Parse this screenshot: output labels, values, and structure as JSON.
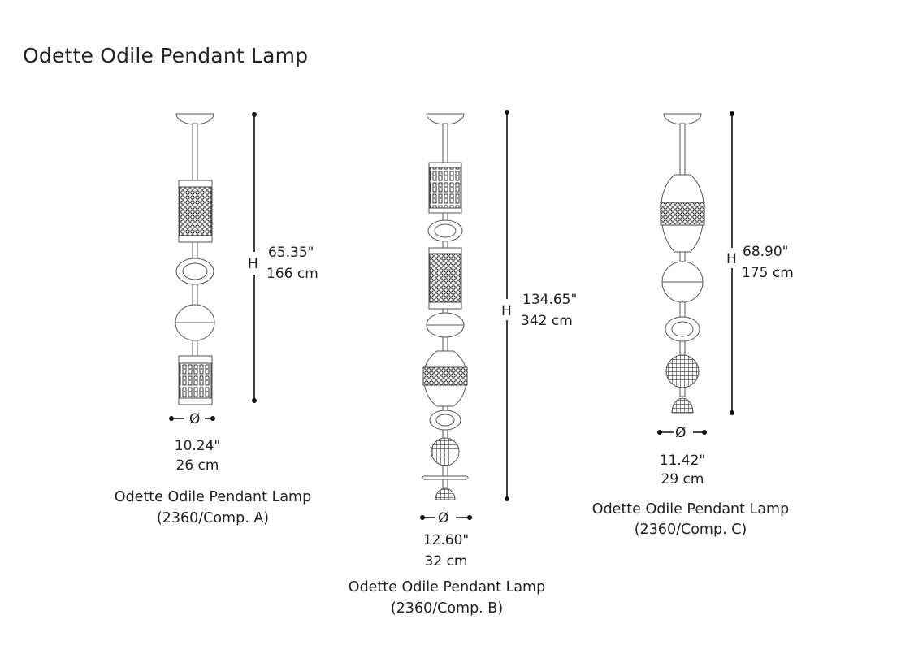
{
  "title": "Odette Odile Pendant Lamp",
  "lamps": [
    {
      "height_in": "65.35\"",
      "height_cm": "166 cm",
      "height_symbol": "H",
      "diameter_symbol": "Ø",
      "diameter_in": "10.24\"",
      "diameter_cm": "26 cm",
      "caption_name": "Odette Odile Pendant Lamp",
      "caption_code": "(2360/Comp. A)"
    },
    {
      "height_in": "134.65\"",
      "height_cm": "342 cm",
      "height_symbol": "H",
      "diameter_symbol": "Ø",
      "diameter_in": "12.60\"",
      "diameter_cm": "32 cm",
      "caption_name": "Odette Odile Pendant Lamp",
      "caption_code": "(2360/Comp. B)"
    },
    {
      "height_in": "68.90\"",
      "height_cm": "175 cm",
      "height_symbol": "H",
      "diameter_symbol": "Ø",
      "diameter_in": "11.42\"",
      "diameter_cm": "29 cm",
      "caption_name": "Odette Odile Pendant Lamp",
      "caption_code": "(2360/Comp. C)"
    }
  ]
}
